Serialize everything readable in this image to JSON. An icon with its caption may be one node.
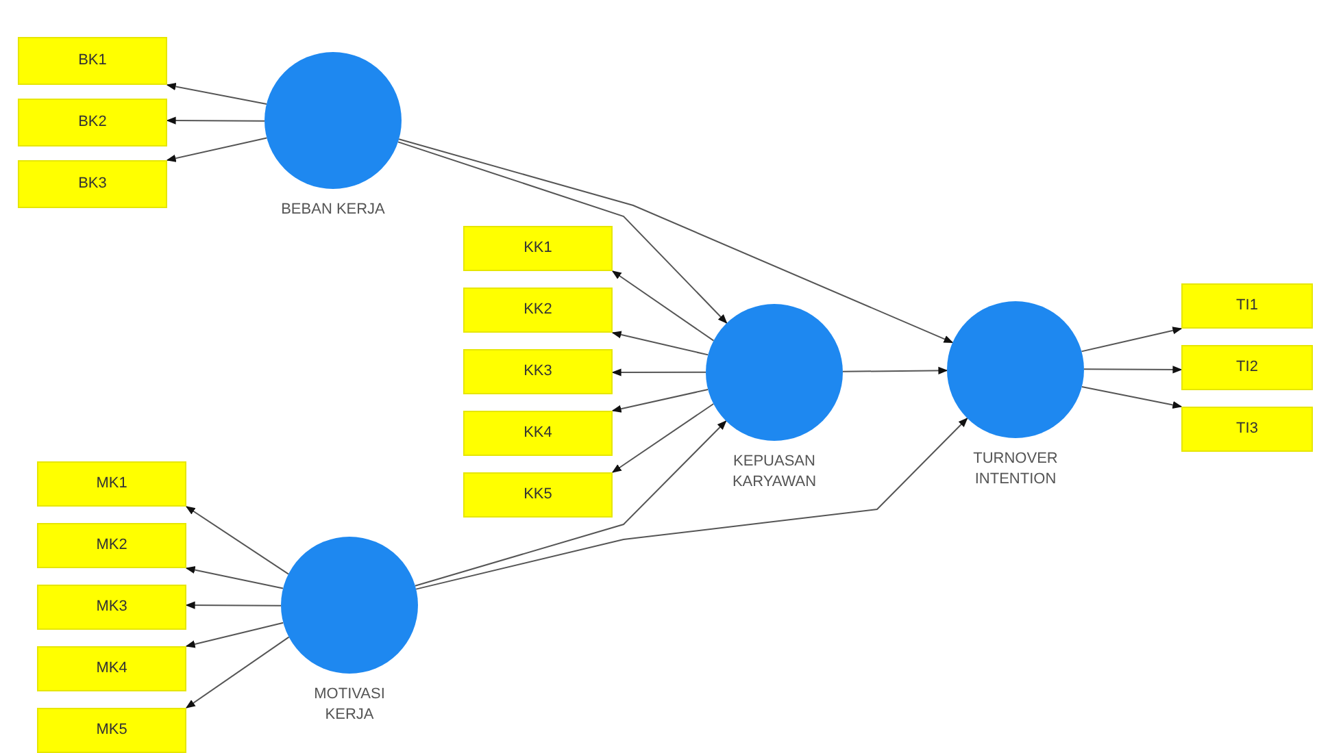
{
  "diagram": {
    "nodes": [
      {
        "text": [
          "BK1"
        ]
      },
      {
        "text": [
          "BK2"
        ]
      },
      {
        "text": [
          "BK3"
        ]
      },
      {
        "text": [
          "BEBAN KERJA"
        ]
      },
      {
        "text": [
          "KK1"
        ]
      },
      {
        "text": [
          "KK2"
        ]
      },
      {
        "text": [
          "KK3"
        ]
      },
      {
        "text": [
          "KK4"
        ]
      },
      {
        "text": [
          "KK5"
        ]
      },
      {
        "text": [
          "KEPUASAN KARYAWAN"
        ]
      },
      {
        "text": [
          "TURNOVER INTENTION"
        ]
      },
      {
        "text": [
          "TI1"
        ]
      },
      {
        "text": [
          "TI2"
        ]
      },
      {
        "text": [
          "TI3"
        ]
      },
      {
        "text": [
          "MK1"
        ]
      },
      {
        "text": [
          "MK2"
        ]
      },
      {
        "text": [
          "MK3"
        ]
      },
      {
        "text": [
          "MK4"
        ]
      },
      {
        "text": [
          "MK5"
        ]
      },
      {
        "text": [
          "MOTIVASI KERJA"
        ]
      }
    ],
    "edges": [
      {
        "from": 3,
        "to": 0,
        "arrow": "to"
      },
      {
        "from": 3,
        "to": 1,
        "arrow": "to"
      },
      {
        "from": 3,
        "to": 2,
        "arrow": "to"
      },
      {
        "from": 3,
        "to": 9,
        "arrow": "to"
      },
      {
        "from": 3,
        "to": 10,
        "arrow": "to"
      },
      {
        "from": 9,
        "to": 4,
        "arrow": "to"
      },
      {
        "from": 9,
        "to": 5,
        "arrow": "to"
      },
      {
        "from": 9,
        "to": 6,
        "arrow": "to"
      },
      {
        "from": 9,
        "to": 7,
        "arrow": "to"
      },
      {
        "from": 9,
        "to": 8,
        "arrow": "to"
      },
      {
        "from": 9,
        "to": 10,
        "arrow": "to"
      },
      {
        "from": 10,
        "to": 11,
        "arrow": "to"
      },
      {
        "from": 10,
        "to": 12,
        "arrow": "to"
      },
      {
        "from": 10,
        "to": 13,
        "arrow": "to"
      },
      {
        "from": 19,
        "to": 14,
        "arrow": "to"
      },
      {
        "from": 19,
        "to": 15,
        "arrow": "to"
      },
      {
        "from": 19,
        "to": 16,
        "arrow": "to"
      },
      {
        "from": 19,
        "to": 17,
        "arrow": "to"
      },
      {
        "from": 19,
        "to": 18,
        "arrow": "to"
      },
      {
        "from": 19,
        "to": 9,
        "arrow": "to"
      },
      {
        "from": 19,
        "to": 10,
        "arrow": "to"
      }
    ]
  }
}
